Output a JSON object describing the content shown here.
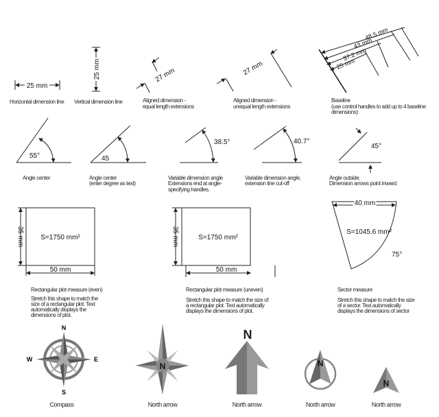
{
  "row1": {
    "horizontal": {
      "value": "25 mm",
      "caption": "Horizontal dimension line"
    },
    "vertical": {
      "value": "25 mm",
      "caption": "Vertical dimension line"
    },
    "aligned_equal": {
      "value": "27 mm",
      "caption": [
        "Aligned dimension -",
        "equal length extensions"
      ]
    },
    "aligned_unequal": {
      "value": "27 mm",
      "caption": [
        "Aligned dimension -",
        "unequal length extensions"
      ]
    },
    "baseline": {
      "values": [
        "48.5 mm",
        "43 mm",
        "37.2 mm",
        "25 mm"
      ],
      "caption": [
        "Baseline",
        "(use control handles to add up to 4 baseline",
        "dimensions)"
      ]
    }
  },
  "row2": {
    "angle_center": {
      "value": "55°",
      "caption": [
        "Angle center"
      ]
    },
    "angle_center_text": {
      "value": "45",
      "caption": [
        "Angle center",
        "(enter degree as text)"
      ]
    },
    "variable_angle": {
      "value": "38.5°",
      "caption": [
        "Variable dimension angle",
        "Extensions end at angle-",
        "specifying handles."
      ]
    },
    "variable_angle_cut": {
      "value": "40.7°",
      "caption": [
        "Variable dimension angle,",
        "extension line cut-off"
      ]
    },
    "angle_outside": {
      "value": "45°",
      "caption": [
        "Angle outside.",
        "Dimension arrows point inward"
      ]
    }
  },
  "row3": {
    "rect_even": {
      "width": "50 mm",
      "height": "35 mm",
      "area": "S=1750 mm²",
      "title": "Rectangular plot measure (even)",
      "caption": [
        "Stretch this shape to match the",
        "size of a rectangular plot. Text",
        "automatically displays the",
        "dimensions of plot."
      ]
    },
    "rect_uneven": {
      "width": "50 mm",
      "height": "35 mm",
      "area": "S=1750 mm²",
      "title": "Rectangular plot measure (uneven)",
      "caption": [
        "Stretch this shape to match the size of",
        "a rectangular plot. Text automatically",
        "displays the dimensions of plot."
      ]
    },
    "sector": {
      "width": "40 mm",
      "area": "S=1045.6 mm²",
      "angle": "75°",
      "title": "Sector measure",
      "caption": [
        "Stretch this shape to match the size",
        "of a sector. Text automatically",
        "displays the dimensions of sector"
      ]
    }
  },
  "row4": {
    "compass": {
      "caption": "Compass",
      "n": "N",
      "s": "S",
      "e": "E",
      "w": "W"
    },
    "star_arrow": {
      "caption": "North arrow",
      "n": "N"
    },
    "big_arrow": {
      "caption": "North arrow",
      "n": "N"
    },
    "circle_arrow": {
      "caption": "North arrow",
      "n": "N"
    },
    "triangle_arrow": {
      "caption": "North arrow",
      "n": "N"
    }
  }
}
